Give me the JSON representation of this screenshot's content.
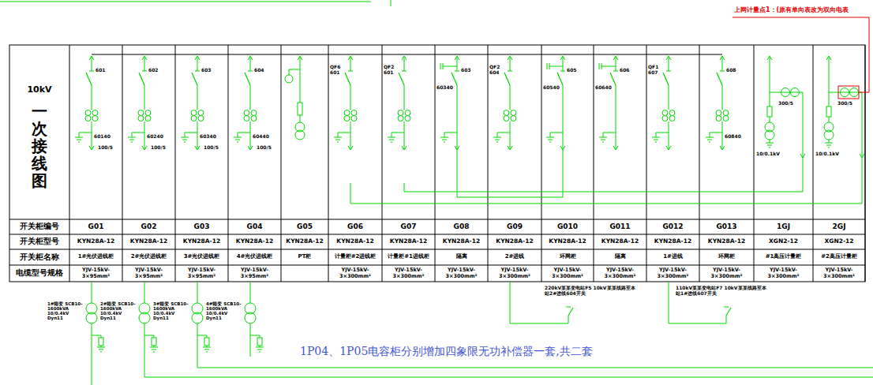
{
  "diagram": {
    "nodes": [
      {
        "text": [
          "10kV",
          "一次接线图"
        ]
      },
      {
        "text": [
          "601",
          "60140",
          "100/5"
        ]
      },
      {
        "text": [
          "602",
          "60240",
          "100/5"
        ]
      },
      {
        "text": [
          "603",
          "60340",
          "100/5"
        ]
      },
      {
        "text": [
          "604",
          "60440",
          "100/5"
        ]
      },
      {
        "text": [
          "QF6 601"
        ]
      },
      {
        "text": [
          "QF2 601"
        ]
      },
      {
        "text": [
          "60340",
          "603"
        ]
      },
      {
        "text": [
          "QF2 604"
        ]
      },
      {
        "text": [
          "60540",
          "605"
        ]
      },
      {
        "text": [
          "60640",
          "606"
        ]
      },
      {
        "text": [
          "QF1 607"
        ]
      },
      {
        "text": [
          "608",
          "60840"
        ]
      },
      {
        "text": [
          "300/5",
          "10/0.1kV"
        ]
      },
      {
        "text": [
          "300/5",
          "10/0.1kV"
        ]
      }
    ],
    "edges": [
      {
        "from": 5,
        "to": 14,
        "arrow": "none"
      },
      {
        "from": 6,
        "to": 13,
        "arrow": "none"
      }
    ],
    "labels": [
      "开关柜编号",
      "开关柜型号",
      "开关柜名称",
      "电缆型号规格",
      "G01",
      "G02",
      "G03",
      "G04",
      "G05",
      "G06",
      "G07",
      "G08",
      "G09",
      "G010",
      "G011",
      "G012",
      "G013",
      "1GJ",
      "2GJ",
      "KYN28A-12",
      "KYN28A-12",
      "KYN28A-12",
      "KYN28A-12",
      "KYN28A-12",
      "KYN28A-12",
      "KYN28A-12",
      "KYN28A-12",
      "KYN28A-12",
      "KYN28A-12",
      "KYN28A-12",
      "KYN28A-12",
      "KYN28A-12",
      "XGN2-12",
      "XGN2-12",
      "1#光伏进线柜",
      "2#光伏进线柜",
      "3#光伏进线柜",
      "4#光伏进线柜",
      "PT柜",
      "计量柜#2进线柜",
      "计量柜#1进线柜",
      "隔离",
      "2#进线",
      "环网柜",
      "隔离",
      "1#进线",
      "环网柜",
      "#1高压计量柜",
      "#2高压计量柜",
      "YJV-15kV- 3×95mm²",
      "YJV-15kV- 3×95mm²",
      "YJV-15kV- 3×95mm²",
      "YJV-15kV- 3×95mm²",
      "YJV-15kV- 3×300mm²",
      "YJV-15kV- 3×300mm²",
      "YJV-15kV- 3×300mm²",
      "YJV-15kV- 3×300mm²",
      "YJV-15kV- 3×300mm²",
      "YJV-15kV- 3×300mm²",
      "YJV-15kV- 3×300mm²",
      "YJV-15kV- 3×300mm²",
      "YJV-15kV- 3×300mm²",
      "YJV-15kV- 3×300mm²",
      "上网计量点1：(原有单向表改为双向电表",
      "220kV某某变电站F5 10kV某某线路至本站2#进线604开关",
      "110kV某某变电站F7 10kV某某线路至本站1#进线607开关",
      "1#箱变 SCB10-1600kVA 10/0.4kV Dyn11",
      "2#箱变 SCB10-1600kVA 10/0.4kV Dyn11",
      "3#箱变 SCB10-1600kVA 10/0.4kV Dyn11",
      "4#箱变 SCB10-1600kVA 10/0.4kV Dyn11",
      "1P04、1P05电容柜分别增加四象限无功补偿器一套,共二套"
    ]
  }
}
